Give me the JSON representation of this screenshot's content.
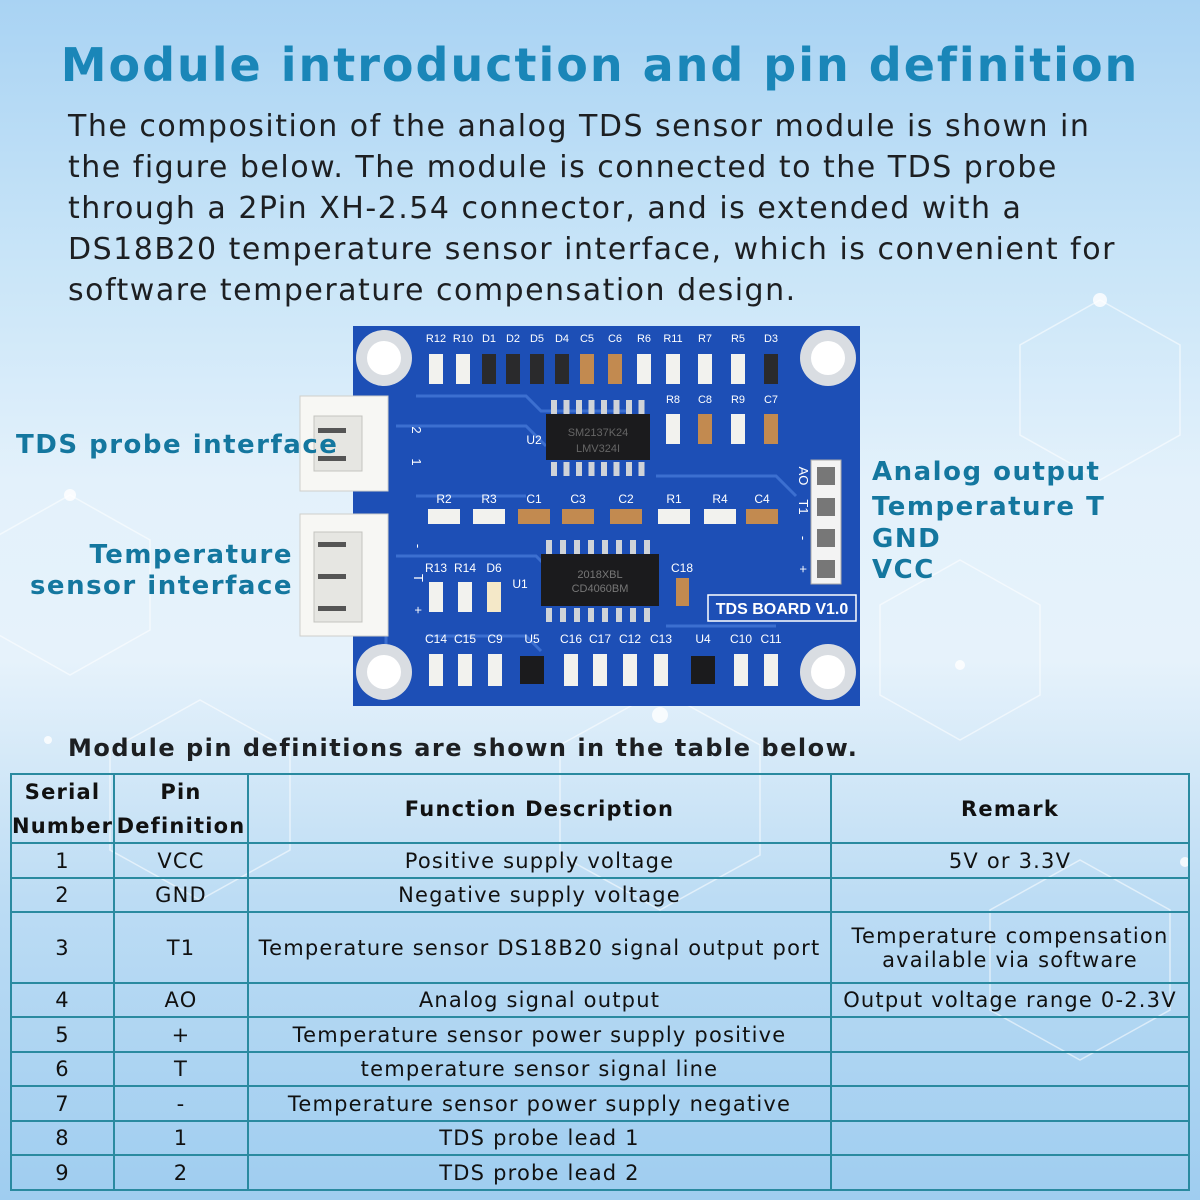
{
  "title": "Module introduction and pin definition",
  "intro": "The composition of the analog TDS sensor module is shown in the figure below. The module is connected to the TDS probe through a 2Pin XH-2.54 connector, and is extended with a DS18B20 temperature sensor interface, which is convenient for software temperature compensation design.",
  "labels": {
    "tds_probe": "TDS probe interface",
    "temp_line1": "Temperature",
    "temp_line2": "sensor interface",
    "analog_output": "Analog output",
    "temperature_t": "Temperature T",
    "gnd": "GND",
    "vcc": "VCC"
  },
  "board": {
    "name": "TDS BOARD V1.0",
    "top_refs": [
      "R12",
      "R10",
      "D1",
      "D2",
      "D5",
      "D4",
      "C5",
      "C6",
      "R6",
      "R11",
      "R7",
      "R5",
      "D3"
    ],
    "mid_refs": [
      "R8",
      "C8",
      "R9",
      "C7"
    ],
    "row2_refs": [
      "R2",
      "R3",
      "C1",
      "C3",
      "C2",
      "R1",
      "R4",
      "C4"
    ],
    "row3_refs": [
      "R13",
      "R14",
      "D6"
    ],
    "bottom_refs": [
      "C14",
      "C15",
      "C9",
      "U5",
      "C16",
      "C17",
      "C12",
      "C13",
      "U4",
      "C10",
      "C11"
    ],
    "u2": "U2",
    "u1": "U1",
    "c18": "C18",
    "ic1_text1": "SM2137K24",
    "ic1_text2": "LMV324I",
    "ic2_text1": "2018XBL",
    "ic2_text2": "CD4060BM",
    "header_pins": [
      "AO",
      "T1",
      "-",
      "+"
    ],
    "probe_pins": [
      "2",
      "1"
    ],
    "temp_pins": [
      "-",
      "T",
      "+"
    ]
  },
  "table_caption": "Module pin definitions are shown in the table below.",
  "table": {
    "headers": {
      "serial_line1": "Serial",
      "serial_line2": "Number",
      "pin_line1": "Pin",
      "pin_line2": "Definition",
      "function": "Function Description",
      "remark": "Remark"
    },
    "rows": [
      {
        "no": "1",
        "pin": "VCC",
        "function": "Positive supply voltage",
        "remark": "5V or 3.3V",
        "remark2": ""
      },
      {
        "no": "2",
        "pin": "GND",
        "function": "Negative supply voltage",
        "remark": "",
        "remark2": ""
      },
      {
        "no": "3",
        "pin": "T1",
        "function": "Temperature sensor DS18B20 signal output port",
        "remark": "Temperature compensation",
        "remark2": "available via software"
      },
      {
        "no": "4",
        "pin": "AO",
        "function": "Analog signal output",
        "remark": "Output voltage range 0-2.3V",
        "remark2": ""
      },
      {
        "no": "5",
        "pin": "+",
        "function": "Temperature sensor power supply positive",
        "remark": "",
        "remark2": ""
      },
      {
        "no": "6",
        "pin": "T",
        "function": "temperature sensor signal line",
        "remark": "",
        "remark2": ""
      },
      {
        "no": "7",
        "pin": "-",
        "function": "Temperature sensor power supply negative",
        "remark": "",
        "remark2": ""
      },
      {
        "no": "8",
        "pin": "1",
        "function": "TDS probe lead 1",
        "remark": "",
        "remark2": ""
      },
      {
        "no": "9",
        "pin": "2",
        "function": "TDS probe lead 2",
        "remark": "",
        "remark2": ""
      }
    ]
  }
}
